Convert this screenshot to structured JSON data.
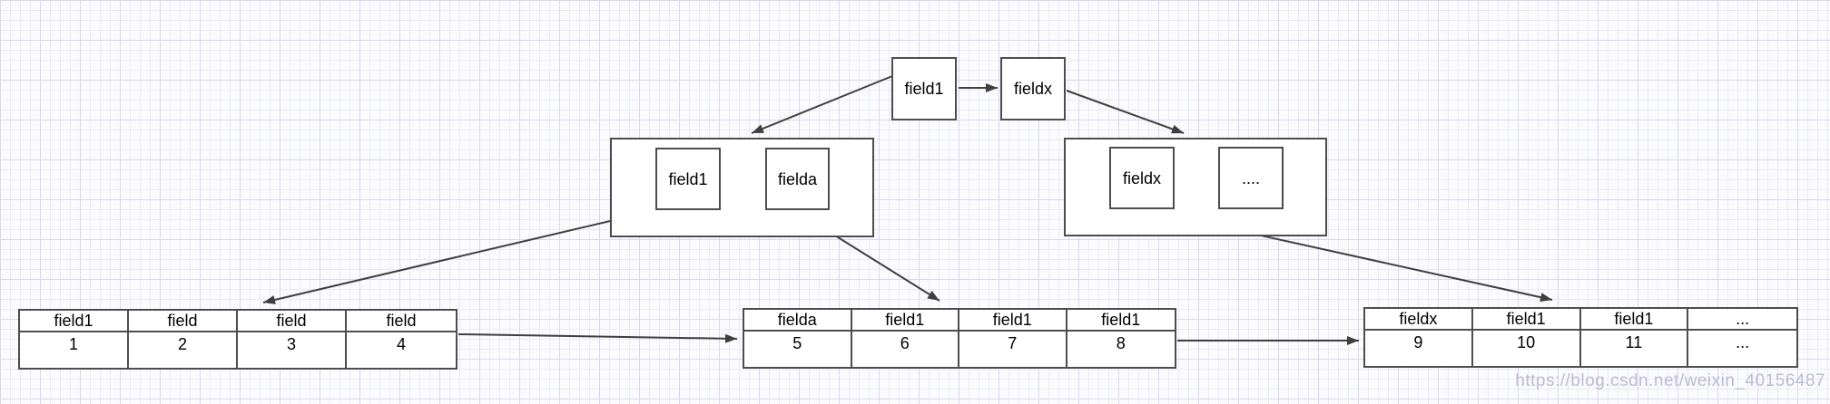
{
  "colors": {
    "bg": "#fbfbfe",
    "grid_minor": "#eaeaf7",
    "grid_major": "#d8d8ee",
    "box_border": "#4d4d4d",
    "line": "#3f3f3f",
    "text": "#000000",
    "box_fill": "#ffffff",
    "watermark": "#b9bdd1"
  },
  "root": {
    "left_label": "field1",
    "right_label": "fieldx"
  },
  "branch_left": {
    "left_label": "field1",
    "right_label": "fielda"
  },
  "branch_right": {
    "left_label": "fieldx",
    "right_label": "...."
  },
  "leaf_tables": [
    {
      "headers": [
        "field1",
        "field",
        "field",
        "field"
      ],
      "values": [
        "1",
        "2",
        "3",
        "4"
      ]
    },
    {
      "headers": [
        "fielda",
        "field1",
        "field1",
        "field1"
      ],
      "values": [
        "5",
        "6",
        "7",
        "8"
      ]
    },
    {
      "headers": [
        "fieldx",
        "field1",
        "field1",
        "..."
      ],
      "values": [
        "9",
        "10",
        "11",
        "..."
      ]
    }
  ],
  "watermark": {
    "text": "https://blog.csdn.net/weixin_40156487"
  }
}
